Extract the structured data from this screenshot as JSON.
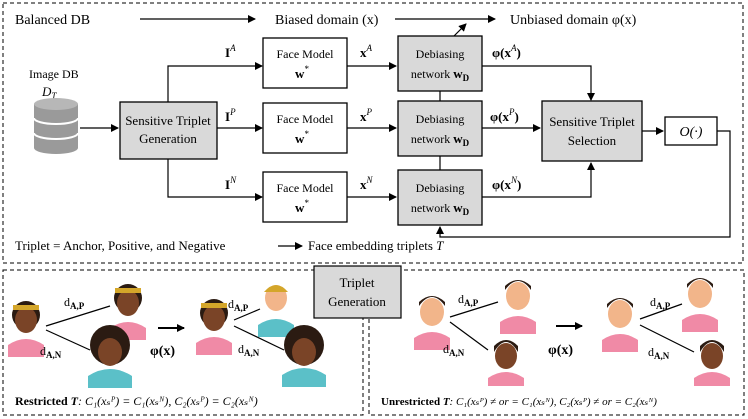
{
  "header": {
    "balanced": "Balanced DB",
    "biased": "Biased domain (x)",
    "unbiased": "Unbiased domain φ(x)"
  },
  "image_db": {
    "title": "Image DB",
    "symbol": "D",
    "subscript": "T"
  },
  "generation_box": {
    "line1": "Sensitive Triplet",
    "line2": "Generation"
  },
  "branches": [
    {
      "input_label": "I",
      "input_sup": "A",
      "model_line1": "Face  Model",
      "model_line2": "w",
      "model_sup": "*",
      "feature": "x",
      "feature_sup": "A",
      "debias_line1": "Debiasing",
      "debias_line2": "network",
      "debias_w": "w",
      "debias_sub": "D",
      "output": "φ(x",
      "output_sup": "A",
      "output_close": ")"
    },
    {
      "input_label": "I",
      "input_sup": "P",
      "model_line1": "Face  Model",
      "model_line2": "w",
      "model_sup": "*",
      "feature": "x",
      "feature_sup": "P",
      "debias_line1": "Debiasing",
      "debias_line2": "network",
      "debias_w": "w",
      "debias_sub": "D",
      "output": "φ(x",
      "output_sup": "P",
      "output_close": ")"
    },
    {
      "input_label": "I",
      "input_sup": "N",
      "model_line1": "Face  Model",
      "model_line2": "w",
      "model_sup": "*",
      "feature": "x",
      "feature_sup": "N",
      "debias_line1": "Debiasing",
      "debias_line2": "network",
      "debias_w": "w",
      "debias_sub": "D",
      "output": "φ(x",
      "output_sup": "N",
      "output_close": ")"
    }
  ],
  "selection_box": {
    "line1": "Sensitive Triplet",
    "line2": "Selection"
  },
  "cost_box": "O(·)",
  "footer": {
    "triplet_def": "Triplet = Anchor, Positive, and Negative",
    "embedding": "Face embedding triplets",
    "embedding_symbol": "T"
  },
  "bottom_label": {
    "line1": "Triplet",
    "line2": "Generation"
  },
  "left_panel": {
    "d_ap": "d",
    "d_ap_sub": "A,P",
    "d_an": "d",
    "d_an_sub": "A,N",
    "phi": "φ(x)",
    "caption_bold": "Restricted",
    "caption_symbol": "T",
    "caption_rest": ": C₁(xₛᴾ) = C₁(xₛᴺ), C₂(xₛᴾ) = C₂(xₛᴺ)"
  },
  "right_panel": {
    "d_ap": "d",
    "d_ap_sub": "A,P",
    "d_an": "d",
    "d_an_sub": "A,N",
    "phi": "φ(x)",
    "caption_bold": "Unrestricted",
    "caption_symbol": "T",
    "caption_rest": ": C₁(xₛᴾ) ≠ or = C₁(xₛᴺ), C₂(xₛᴾ) ≠ or = C₂(xₛᴺ)"
  },
  "colors": {
    "box_gray": "#d9d9d9",
    "skin_dark": "#7a4427",
    "skin_light": "#f2b58a",
    "shirt_pink": "#f08aa6",
    "shirt_teal": "#5bc0c8",
    "hair_dark": "#2b1b12",
    "headband": "#d4a62a"
  }
}
